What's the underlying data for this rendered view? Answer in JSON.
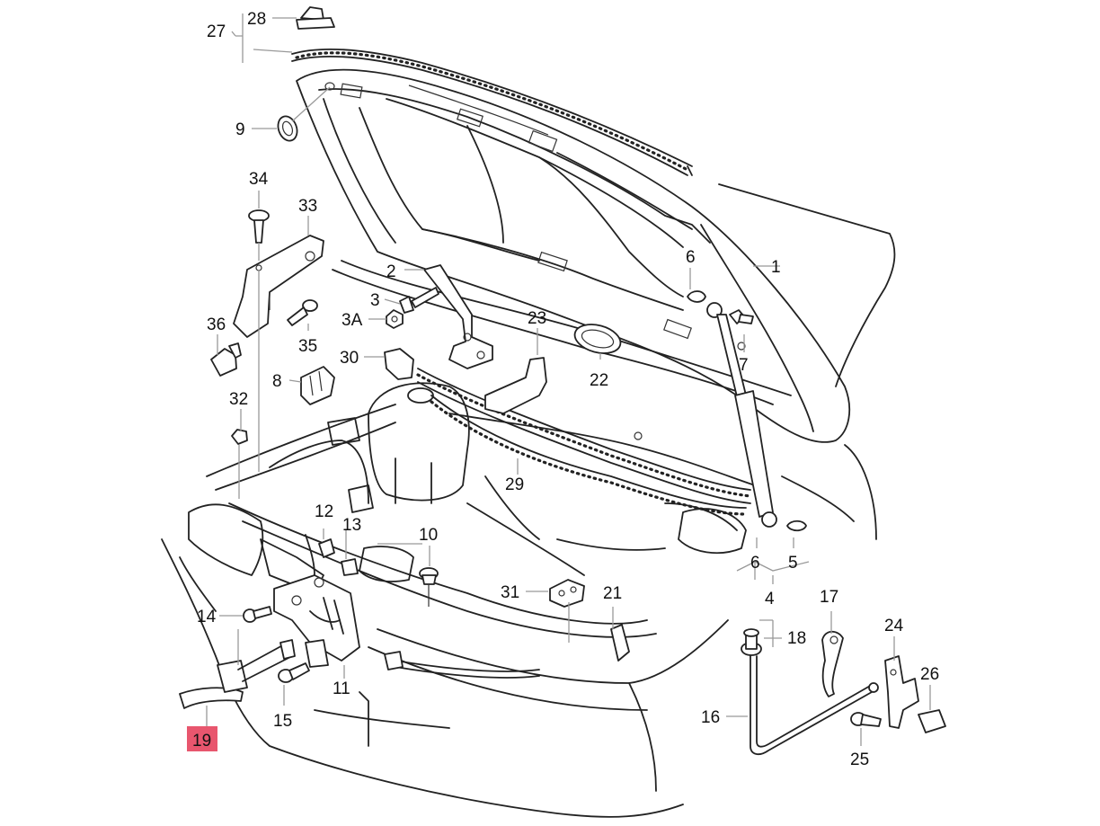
{
  "callouts": [
    {
      "id": "c1",
      "text": "1"
    },
    {
      "id": "c2",
      "text": "2"
    },
    {
      "id": "c3",
      "text": "3"
    },
    {
      "id": "c3a",
      "text": "3A"
    },
    {
      "id": "c4",
      "text": "4"
    },
    {
      "id": "c5",
      "text": "5"
    },
    {
      "id": "c6a",
      "text": "6"
    },
    {
      "id": "c6b",
      "text": "6"
    },
    {
      "id": "c7",
      "text": "7"
    },
    {
      "id": "c8",
      "text": "8"
    },
    {
      "id": "c9",
      "text": "9"
    },
    {
      "id": "c10",
      "text": "10"
    },
    {
      "id": "c11",
      "text": "11"
    },
    {
      "id": "c12",
      "text": "12"
    },
    {
      "id": "c13",
      "text": "13"
    },
    {
      "id": "c14",
      "text": "14"
    },
    {
      "id": "c15",
      "text": "15"
    },
    {
      "id": "c16",
      "text": "16"
    },
    {
      "id": "c17",
      "text": "17"
    },
    {
      "id": "c18",
      "text": "18"
    },
    {
      "id": "c19",
      "text": "19",
      "highlighted": true
    },
    {
      "id": "c21",
      "text": "21"
    },
    {
      "id": "c22",
      "text": "22"
    },
    {
      "id": "c23",
      "text": "23"
    },
    {
      "id": "c24",
      "text": "24"
    },
    {
      "id": "c25",
      "text": "25"
    },
    {
      "id": "c26",
      "text": "26"
    },
    {
      "id": "c27",
      "text": "27"
    },
    {
      "id": "c28",
      "text": "28"
    },
    {
      "id": "c29",
      "text": "29"
    },
    {
      "id": "c30",
      "text": "30"
    },
    {
      "id": "c31",
      "text": "31"
    },
    {
      "id": "c32",
      "text": "32"
    },
    {
      "id": "c33",
      "text": "33"
    },
    {
      "id": "c34",
      "text": "34"
    },
    {
      "id": "c35",
      "text": "35"
    },
    {
      "id": "c36",
      "text": "36"
    }
  ],
  "colors": {
    "highlight": "#e8566e",
    "line": "#222222",
    "background": "#ffffff"
  }
}
